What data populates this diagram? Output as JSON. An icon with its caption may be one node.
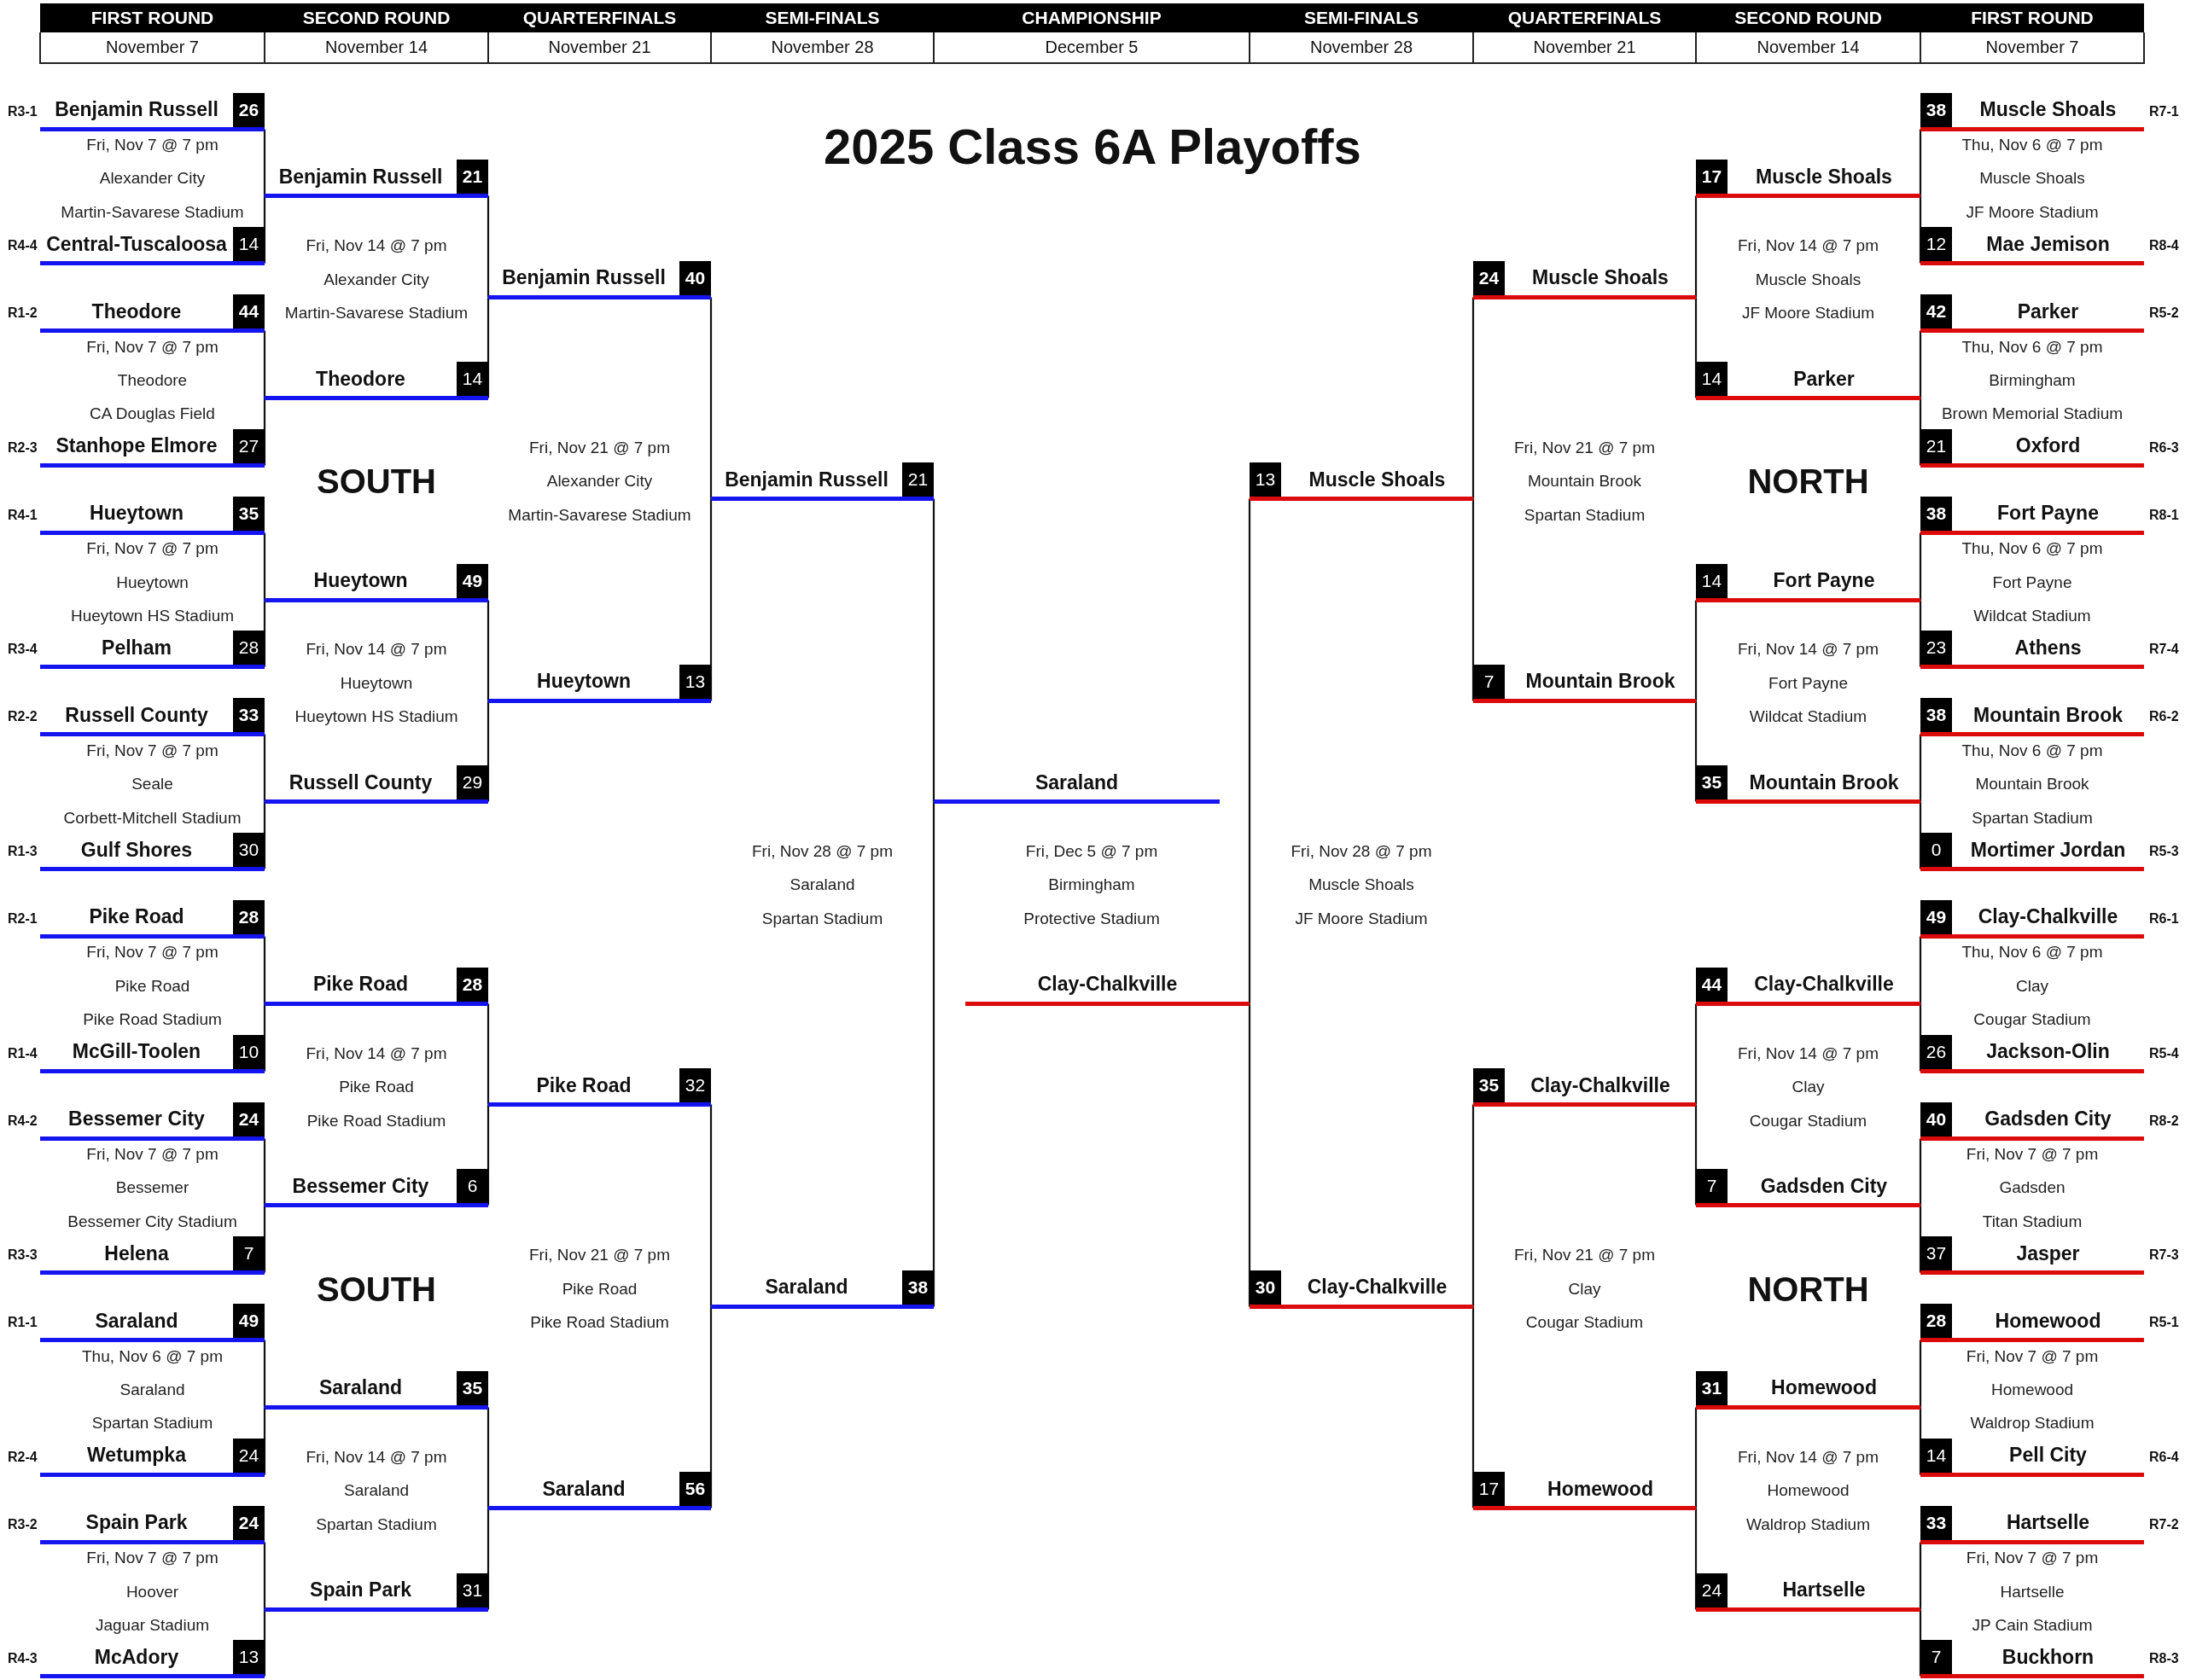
{
  "diagram": {
    "title": "2025 Class 6A Playoffs",
    "nodes": [
      {
        "text": [
          "Benjamin Russell",
          "26"
        ],
        "beside": [
          "R3-1"
        ]
      },
      {
        "text": [
          "Central-Tuscaloosa",
          "14"
        ],
        "beside": [
          "R4-4"
        ]
      },
      {
        "text": [
          "Theodore",
          "44"
        ],
        "beside": [
          "R1-2"
        ]
      },
      {
        "text": [
          "Stanhope Elmore",
          "27"
        ],
        "beside": [
          "R2-3"
        ]
      },
      {
        "text": [
          "Hueytown",
          "35"
        ],
        "beside": [
          "R4-1"
        ]
      },
      {
        "text": [
          "Pelham",
          "28"
        ],
        "beside": [
          "R3-4"
        ]
      },
      {
        "text": [
          "Russell County",
          "33"
        ],
        "beside": [
          "R2-2"
        ]
      },
      {
        "text": [
          "Gulf Shores",
          "30"
        ],
        "beside": [
          "R1-3"
        ]
      },
      {
        "text": [
          "Pike Road",
          "28"
        ],
        "beside": [
          "R2-1"
        ]
      },
      {
        "text": [
          "McGill-Toolen",
          "10"
        ],
        "beside": [
          "R1-4"
        ]
      },
      {
        "text": [
          "Bessemer City",
          "24"
        ],
        "beside": [
          "R4-2"
        ]
      },
      {
        "text": [
          "Helena",
          "7"
        ],
        "beside": [
          "R3-3"
        ]
      },
      {
        "text": [
          "Saraland",
          "49"
        ],
        "beside": [
          "R1-1"
        ]
      },
      {
        "text": [
          "Wetumpka",
          "24"
        ],
        "beside": [
          "R2-4"
        ]
      },
      {
        "text": [
          "Spain Park",
          "24"
        ],
        "beside": [
          "R3-2"
        ]
      },
      {
        "text": [
          "McAdory",
          "13"
        ],
        "beside": [
          "R4-3"
        ]
      },
      {
        "text": [
          "Benjamin Russell",
          "21"
        ]
      },
      {
        "text": [
          "Theodore",
          "14"
        ]
      },
      {
        "text": [
          "Hueytown",
          "49"
        ]
      },
      {
        "text": [
          "Russell County",
          "29"
        ]
      },
      {
        "text": [
          "Pike Road",
          "28"
        ]
      },
      {
        "text": [
          "Bessemer City",
          "6"
        ]
      },
      {
        "text": [
          "Saraland",
          "35"
        ]
      },
      {
        "text": [
          "Spain Park",
          "31"
        ]
      },
      {
        "text": [
          "Benjamin Russell",
          "40"
        ]
      },
      {
        "text": [
          "Hueytown",
          "13"
        ]
      },
      {
        "text": [
          "Pike Road",
          "32"
        ]
      },
      {
        "text": [
          "Saraland",
          "56"
        ]
      },
      {
        "text": [
          "Benjamin Russell",
          "21"
        ]
      },
      {
        "text": [
          "Saraland",
          "38"
        ]
      },
      {
        "text": [
          "Saraland"
        ]
      },
      {
        "text": [
          "Clay-Chalkville"
        ]
      },
      {
        "text": [
          "13",
          "Muscle Shoals"
        ]
      },
      {
        "text": [
          "30",
          "Clay-Chalkville"
        ]
      },
      {
        "text": [
          "24",
          "Muscle Shoals"
        ]
      },
      {
        "text": [
          "7",
          "Mountain Brook"
        ]
      },
      {
        "text": [
          "35",
          "Clay-Chalkville"
        ]
      },
      {
        "text": [
          "17",
          "Homewood"
        ]
      },
      {
        "text": [
          "17",
          "Muscle Shoals"
        ]
      },
      {
        "text": [
          "14",
          "Parker"
        ]
      },
      {
        "text": [
          "14",
          "Fort Payne"
        ]
      },
      {
        "text": [
          "35",
          "Mountain Brook"
        ]
      },
      {
        "text": [
          "44",
          "Clay-Chalkville"
        ]
      },
      {
        "text": [
          "7",
          "Gadsden City"
        ]
      },
      {
        "text": [
          "31",
          "Homewood"
        ]
      },
      {
        "text": [
          "24",
          "Hartselle"
        ]
      },
      {
        "text": [
          "38",
          "Muscle Shoals"
        ],
        "beside": [
          "R7-1"
        ]
      },
      {
        "text": [
          "12",
          "Mae Jemison"
        ],
        "beside": [
          "R8-4"
        ]
      },
      {
        "text": [
          "42",
          "Parker"
        ],
        "beside": [
          "R5-2"
        ]
      },
      {
        "text": [
          "21",
          "Oxford"
        ],
        "beside": [
          "R6-3"
        ]
      },
      {
        "text": [
          "38",
          "Fort Payne"
        ],
        "beside": [
          "R8-1"
        ]
      },
      {
        "text": [
          "23",
          "Athens"
        ],
        "beside": [
          "R7-4"
        ]
      },
      {
        "text": [
          "38",
          "Mountain Brook"
        ],
        "beside": [
          "R6-2"
        ]
      },
      {
        "text": [
          "0",
          "Mortimer Jordan"
        ],
        "beside": [
          "R5-3"
        ]
      },
      {
        "text": [
          "49",
          "Clay-Chalkville"
        ],
        "beside": [
          "R6-1"
        ]
      },
      {
        "text": [
          "26",
          "Jackson-Olin"
        ],
        "beside": [
          "R5-4"
        ]
      },
      {
        "text": [
          "40",
          "Gadsden City"
        ],
        "beside": [
          "R8-2"
        ]
      },
      {
        "text": [
          "37",
          "Jasper"
        ],
        "beside": [
          "R7-3"
        ]
      },
      {
        "text": [
          "28",
          "Homewood"
        ],
        "beside": [
          "R5-1"
        ]
      },
      {
        "text": [
          "14",
          "Pell City"
        ],
        "beside": [
          "R6-4"
        ]
      },
      {
        "text": [
          "33",
          "Hartselle"
        ],
        "beside": [
          "R7-2"
        ]
      },
      {
        "text": [
          "7",
          "Buckhorn"
        ],
        "beside": [
          "R8-3"
        ]
      }
    ],
    "edges": [
      {
        "from": 0,
        "to": 16,
        "arrow": "none"
      },
      {
        "from": 1,
        "to": 16,
        "arrow": "none"
      },
      {
        "from": 2,
        "to": 17,
        "arrow": "none"
      },
      {
        "from": 3,
        "to": 17,
        "arrow": "none"
      },
      {
        "from": 4,
        "to": 18,
        "arrow": "none"
      },
      {
        "from": 5,
        "to": 18,
        "arrow": "none"
      },
      {
        "from": 6,
        "to": 19,
        "arrow": "none"
      },
      {
        "from": 7,
        "to": 19,
        "arrow": "none"
      },
      {
        "from": 8,
        "to": 20,
        "arrow": "none"
      },
      {
        "from": 9,
        "to": 20,
        "arrow": "none"
      },
      {
        "from": 10,
        "to": 21,
        "arrow": "none"
      },
      {
        "from": 11,
        "to": 21,
        "arrow": "none"
      },
      {
        "from": 12,
        "to": 22,
        "arrow": "none"
      },
      {
        "from": 13,
        "to": 22,
        "arrow": "none"
      },
      {
        "from": 14,
        "to": 23,
        "arrow": "none"
      },
      {
        "from": 15,
        "to": 23,
        "arrow": "none"
      },
      {
        "from": 16,
        "to": 24,
        "arrow": "none"
      },
      {
        "from": 17,
        "to": 24,
        "arrow": "none"
      },
      {
        "from": 18,
        "to": 25,
        "arrow": "none"
      },
      {
        "from": 19,
        "to": 25,
        "arrow": "none"
      },
      {
        "from": 20,
        "to": 26,
        "arrow": "none"
      },
      {
        "from": 21,
        "to": 26,
        "arrow": "none"
      },
      {
        "from": 22,
        "to": 27,
        "arrow": "none"
      },
      {
        "from": 23,
        "to": 27,
        "arrow": "none"
      },
      {
        "from": 24,
        "to": 28,
        "arrow": "none"
      },
      {
        "from": 25,
        "to": 28,
        "arrow": "none"
      },
      {
        "from": 26,
        "to": 29,
        "arrow": "none"
      },
      {
        "from": 27,
        "to": 29,
        "arrow": "none"
      },
      {
        "from": 28,
        "to": 30,
        "arrow": "none"
      },
      {
        "from": 29,
        "to": 30,
        "arrow": "none"
      },
      {
        "from": 32,
        "to": 31,
        "arrow": "none"
      },
      {
        "from": 33,
        "to": 31,
        "arrow": "none"
      },
      {
        "from": 34,
        "to": 32,
        "arrow": "none"
      },
      {
        "from": 35,
        "to": 32,
        "arrow": "none"
      },
      {
        "from": 36,
        "to": 33,
        "arrow": "none"
      },
      {
        "from": 37,
        "to": 33,
        "arrow": "none"
      },
      {
        "from": 38,
        "to": 34,
        "arrow": "none"
      },
      {
        "from": 39,
        "to": 34,
        "arrow": "none"
      },
      {
        "from": 40,
        "to": 35,
        "arrow": "none"
      },
      {
        "from": 41,
        "to": 35,
        "arrow": "none"
      },
      {
        "from": 42,
        "to": 36,
        "arrow": "none"
      },
      {
        "from": 43,
        "to": 36,
        "arrow": "none"
      },
      {
        "from": 44,
        "to": 37,
        "arrow": "none"
      },
      {
        "from": 45,
        "to": 37,
        "arrow": "none"
      },
      {
        "from": 46,
        "to": 38,
        "arrow": "none"
      },
      {
        "from": 47,
        "to": 38,
        "arrow": "none"
      },
      {
        "from": 48,
        "to": 39,
        "arrow": "none"
      },
      {
        "from": 49,
        "to": 39,
        "arrow": "none"
      },
      {
        "from": 50,
        "to": 40,
        "arrow": "none"
      },
      {
        "from": 51,
        "to": 40,
        "arrow": "none"
      },
      {
        "from": 52,
        "to": 41,
        "arrow": "none"
      },
      {
        "from": 53,
        "to": 41,
        "arrow": "none"
      },
      {
        "from": 54,
        "to": 42,
        "arrow": "none"
      },
      {
        "from": 55,
        "to": 42,
        "arrow": "none"
      },
      {
        "from": 56,
        "to": 43,
        "arrow": "none"
      },
      {
        "from": 57,
        "to": 43,
        "arrow": "none"
      },
      {
        "from": 58,
        "to": 44,
        "arrow": "none"
      },
      {
        "from": 59,
        "to": 44,
        "arrow": "none"
      },
      {
        "from": 60,
        "to": 45,
        "arrow": "none"
      },
      {
        "from": 61,
        "to": 45,
        "arrow": "none"
      }
    ],
    "labels": [
      "FIRST ROUND",
      "SECOND ROUND",
      "QUARTERFINALS",
      "SEMI-FINALS",
      "CHAMPIONSHIP",
      "SEMI-FINALS",
      "QUARTERFINALS",
      "SECOND ROUND",
      "FIRST ROUND",
      "November 7",
      "November 14",
      "November 21",
      "November 28",
      "December 5",
      "November 28",
      "November 21",
      "November 14",
      "November 7",
      "Fri, Nov 7 @ 7 pm",
      "Alexander City",
      "Martin-Savarese Stadium",
      "Fri, Nov 7 @ 7 pm",
      "Theodore",
      "CA Douglas Field",
      "Fri, Nov 7 @ 7 pm",
      "Hueytown",
      "Hueytown HS Stadium",
      "Fri, Nov 7 @ 7 pm",
      "Seale",
      "Corbett-Mitchell Stadium",
      "Fri, Nov 7 @ 7 pm",
      "Pike Road",
      "Pike Road Stadium",
      "Fri, Nov 7 @ 7 pm",
      "Bessemer",
      "Bessemer City Stadium",
      "Thu, Nov 6 @ 7 pm",
      "Saraland",
      "Spartan Stadium",
      "Fri, Nov 7 @ 7 pm",
      "Hoover",
      "Jaguar Stadium",
      "Fri, Nov 14 @ 7 pm",
      "Alexander City",
      "Martin-Savarese Stadium",
      "SOUTH",
      "Fri, Nov 14 @ 7 pm",
      "Hueytown",
      "Hueytown HS Stadium",
      "Fri, Nov 14 @ 7 pm",
      "Pike Road",
      "Pike Road Stadium",
      "SOUTH",
      "Fri, Nov 14 @ 7 pm",
      "Saraland",
      "Spartan Stadium",
      "Fri, Nov 21 @ 7 pm",
      "Alexander City",
      "Martin-Savarese Stadium",
      "Fri, Nov 21 @ 7 pm",
      "Pike Road",
      "Pike Road Stadium",
      "Fri, Nov 28 @ 7 pm",
      "Saraland",
      "Spartan Stadium",
      "Fri, Dec 5 @ 7 pm",
      "Birmingham",
      "Protective Stadium",
      "Fri, Nov 28 @ 7 pm",
      "Muscle Shoals",
      "JF Moore Stadium",
      "Fri, Nov 21 @ 7 pm",
      "Mountain Brook",
      "Spartan Stadium",
      "Fri, Nov 21 @ 7 pm",
      "Clay",
      "Cougar Stadium",
      "Fri, Nov 14 @ 7 pm",
      "Muscle Shoals",
      "JF Moore Stadium",
      "NORTH",
      "Fri, Nov 14 @ 7 pm",
      "Fort Payne",
      "Wildcat Stadium",
      "Fri, Nov 14 @ 7 pm",
      "Clay",
      "Cougar Stadium",
      "NORTH",
      "Fri, Nov 14 @ 7 pm",
      "Homewood",
      "Waldrop Stadium",
      "Thu, Nov 6 @ 7 pm",
      "Muscle Shoals",
      "JF Moore Stadium",
      "Thu, Nov 6 @ 7 pm",
      "Birmingham",
      "Brown Memorial Stadium",
      "Thu, Nov 6 @ 7 pm",
      "Fort Payne",
      "Wildcat Stadium",
      "Thu, Nov 6 @ 7 pm",
      "Mountain Brook",
      "Spartan Stadium",
      "Thu, Nov 6 @ 7 pm",
      "Clay",
      "Cougar Stadium",
      "Fri, Nov 7 @ 7 pm",
      "Gadsden",
      "Titan Stadium",
      "Fri, Nov 7 @ 7 pm",
      "Homewood",
      "Waldrop Stadium",
      "Fri, Nov 7 @ 7 pm",
      "Hartselle",
      "JP Cain Stadium"
    ]
  }
}
